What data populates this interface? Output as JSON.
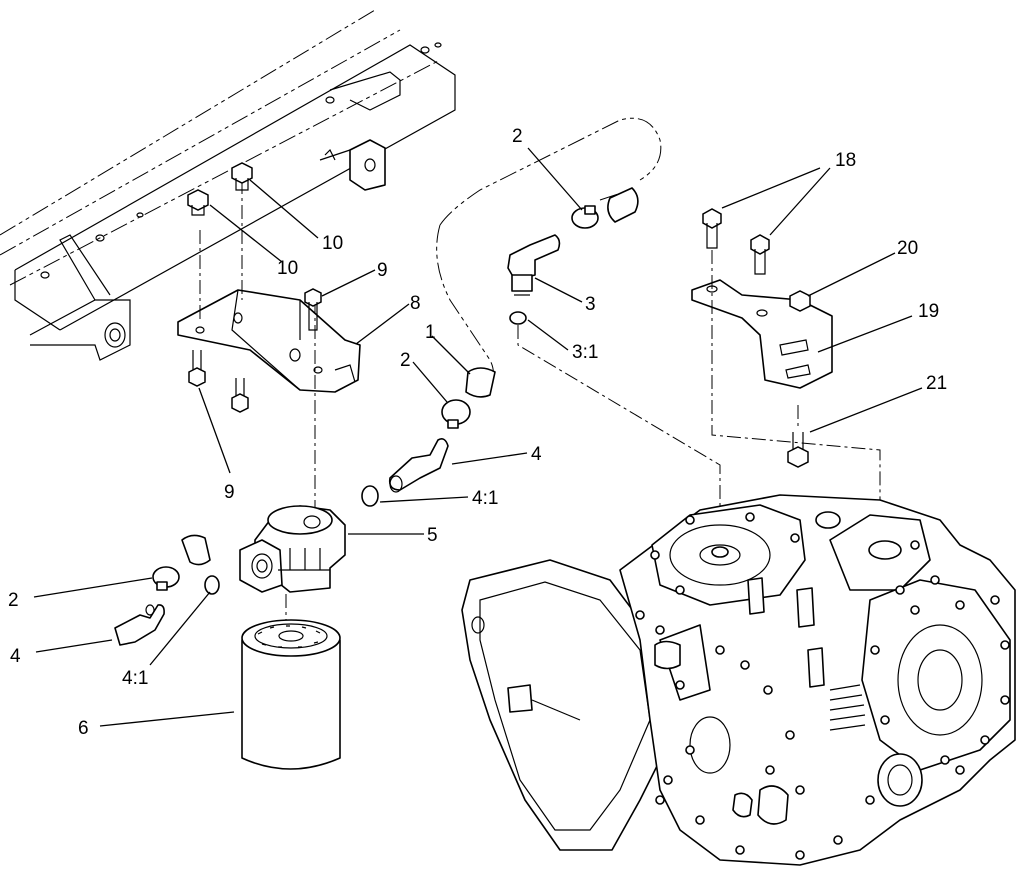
{
  "callouts": {
    "c1": "1",
    "c2_top": "2",
    "c2_mid": "2",
    "c2_left": "2",
    "c3": "3",
    "c3_1": "3:1",
    "c4_right": "4",
    "c4_left": "4",
    "c4_1_right": "4:1",
    "c4_1_left": "4:1",
    "c5": "5",
    "c6": "6",
    "c8": "8",
    "c9_top": "9",
    "c9_bottom": "9",
    "c10_upper": "10",
    "c10_lower": "10",
    "c18": "18",
    "c19": "19",
    "c20": "20",
    "c21": "21"
  }
}
